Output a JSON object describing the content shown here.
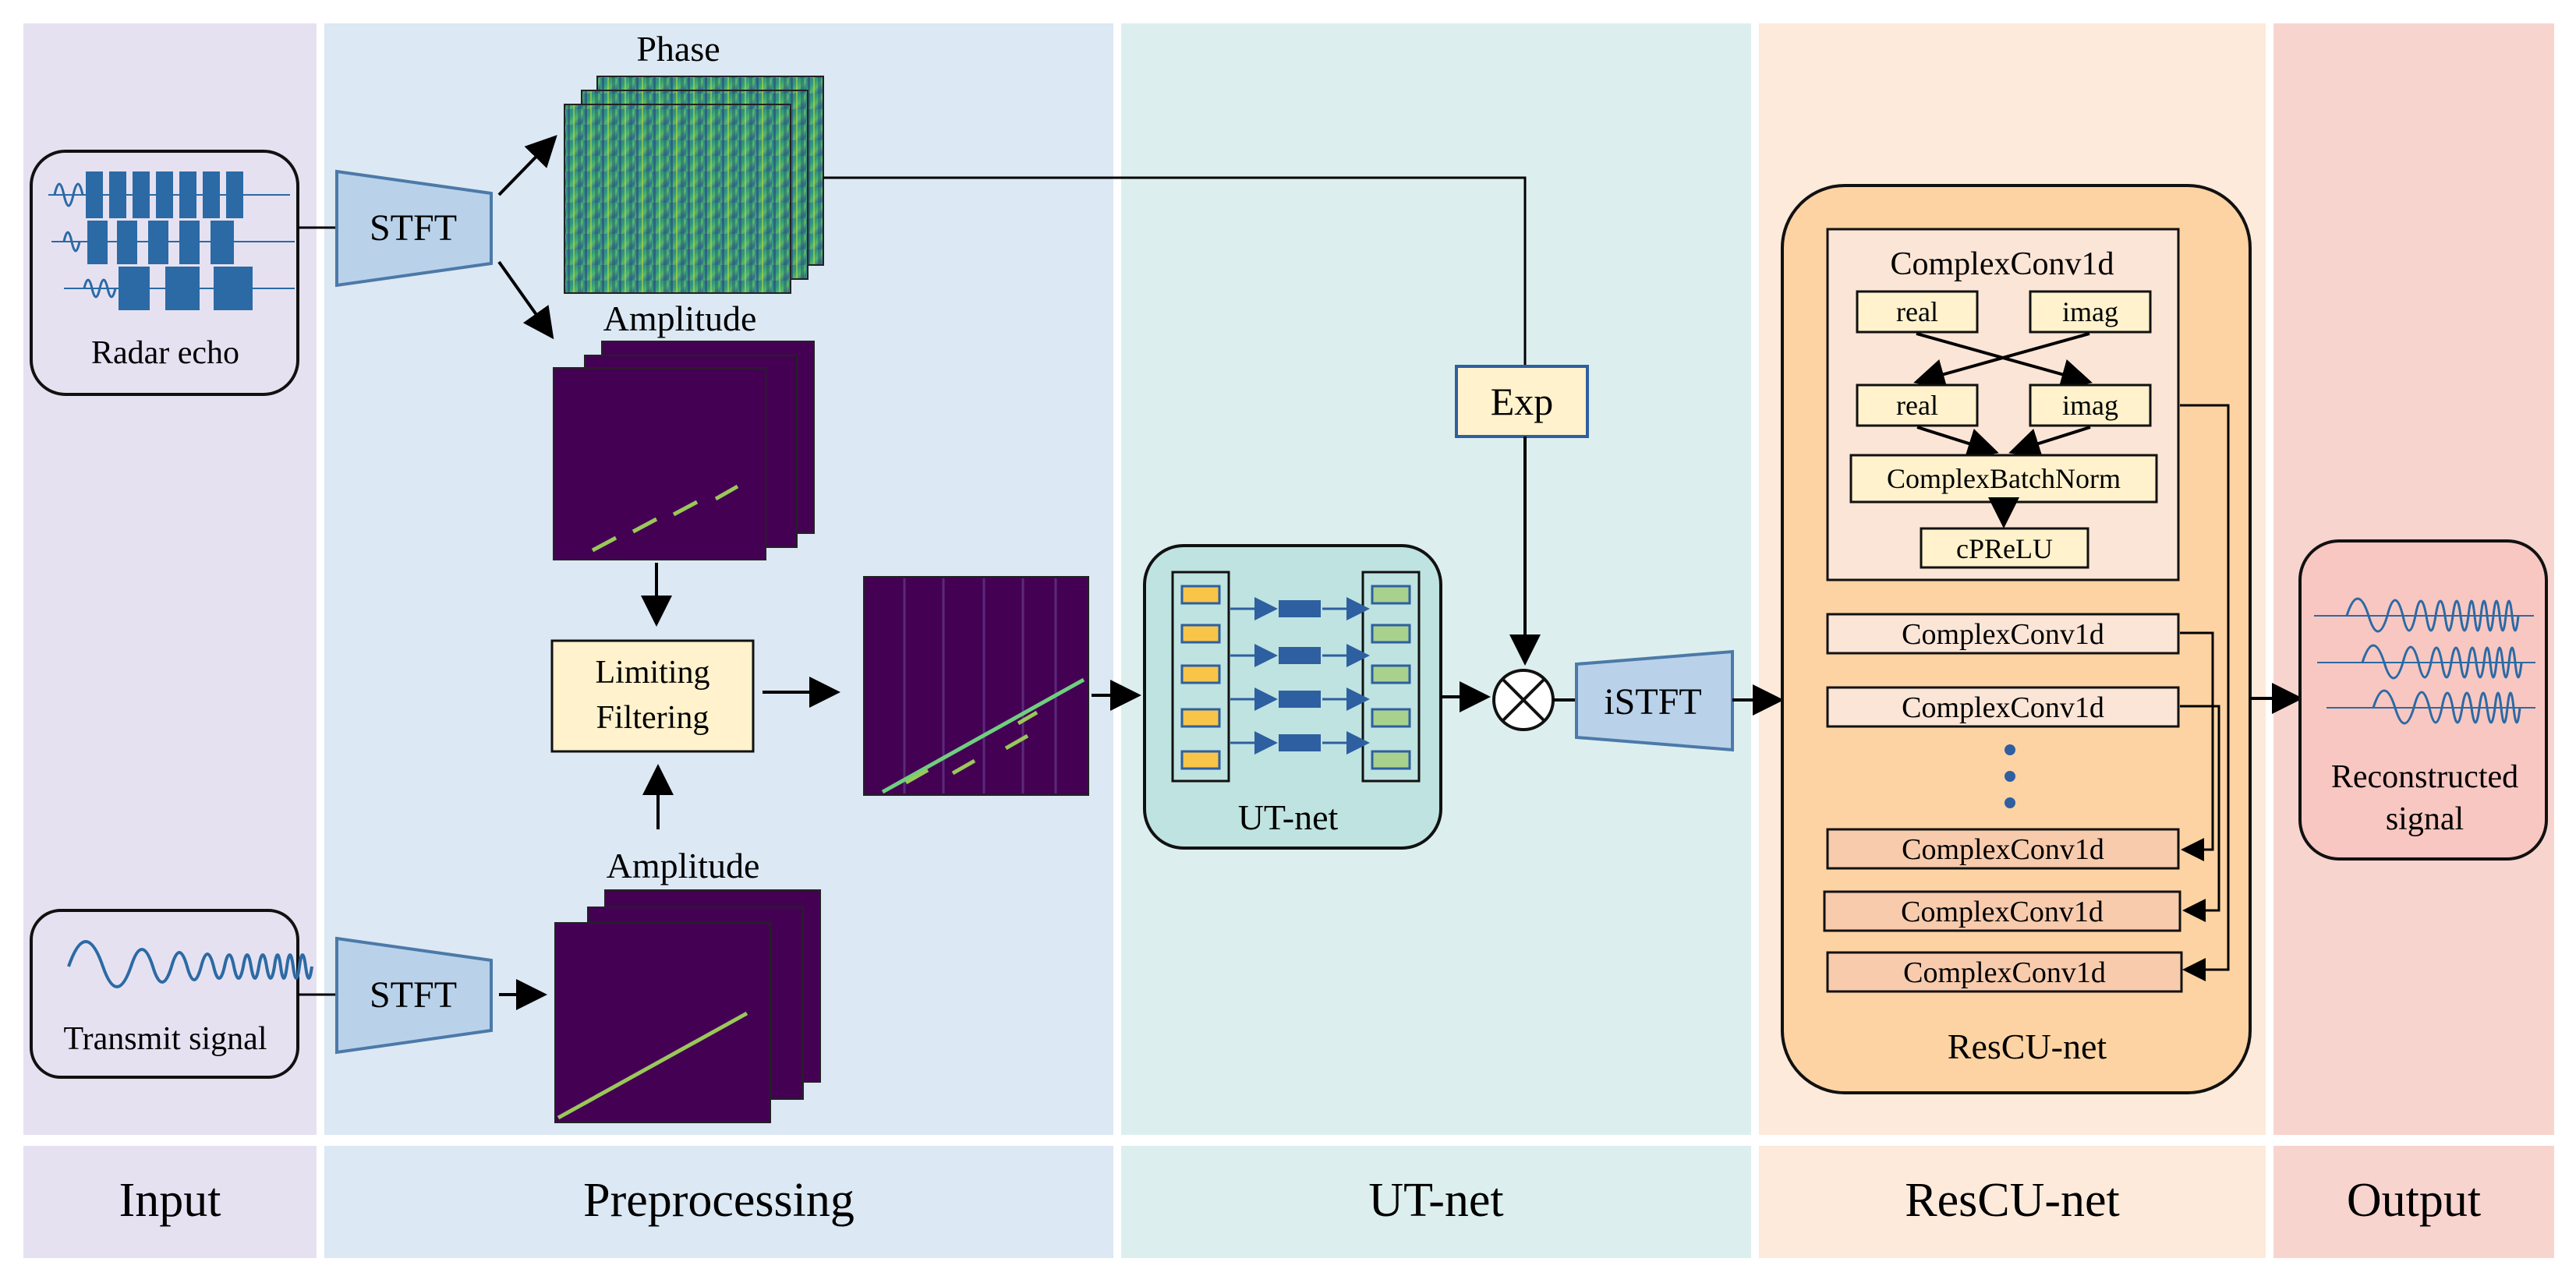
{
  "sections": {
    "input": "Input",
    "preprocessing": "Preprocessing",
    "utnet": "UT-net",
    "rescunet": "ResCU-net",
    "output": "Output"
  },
  "input": {
    "radar_echo": "Radar echo",
    "transmit_signal": "Transmit signal"
  },
  "preprocessing": {
    "stft_top": "STFT",
    "stft_bottom": "STFT",
    "phase": "Phase",
    "amplitude_top": "Amplitude",
    "amplitude_bottom": "Amplitude",
    "limiting_line1": "Limiting",
    "limiting_line2": "Filtering"
  },
  "utnet": {
    "label": "UT-net",
    "exp": "Exp",
    "istft": "iSTFT"
  },
  "rescunet": {
    "label": "ResCU-net",
    "block_title": "ComplexConv1d",
    "real1": "real",
    "imag1": "imag",
    "real2": "real",
    "imag2": "imag",
    "batchnorm": "ComplexBatchNorm",
    "cprelu": "cPReLU",
    "layers": [
      "ComplexConv1d",
      "ComplexConv1d",
      "ComplexConv1d",
      "ComplexConv1d",
      "ComplexConv1d"
    ]
  },
  "output": {
    "line1": "Reconstructed",
    "line2": "signal"
  },
  "colors": {
    "input_bg": "#e6e1f1",
    "preproc_bg": "#dce8f3",
    "utnet_bg": "#dcefee",
    "rescu_bg": "#fdeadb",
    "output_bg": "#f8d4cf",
    "stft_fill": "#b9d2ea",
    "stft_stroke": "#4c79a8",
    "spectro_bg": "#440154",
    "signal_blue": "#2b6aa5",
    "cream": "#fff2cc",
    "rescu_outer": "#fdd3a3",
    "rescu_inner": "#fbe5d6",
    "output_box": "#f8c7c1"
  }
}
